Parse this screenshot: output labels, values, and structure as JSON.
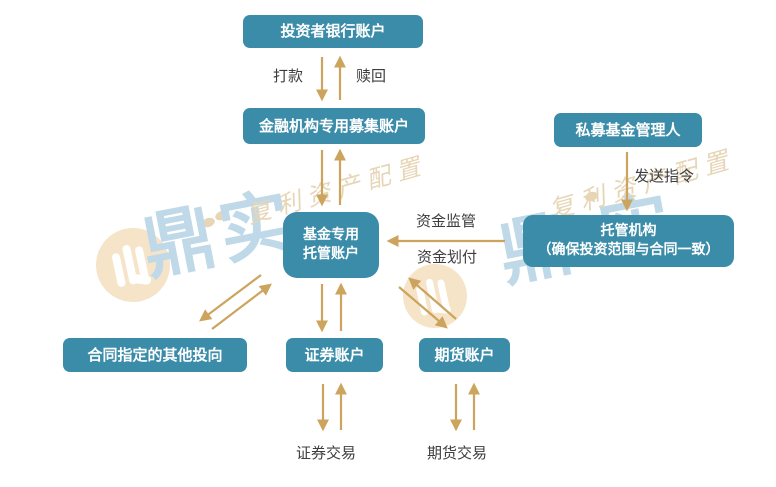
{
  "diagram": {
    "nodes": {
      "investor_bank": {
        "label": "投资者银行账户"
      },
      "fundraising": {
        "label": "金融机构专用募集账户"
      },
      "manager": {
        "label": "私募基金管理人"
      },
      "custodian": {
        "line1": "托管机构",
        "line2": "（确保投资范围与合同一致）"
      },
      "fund_custody": {
        "line1": "基金专用",
        "line2": "托管账户"
      },
      "other_investments": {
        "label": "合同指定的其他投向"
      },
      "securities": {
        "label": "证券账户"
      },
      "futures": {
        "label": "期货账户"
      }
    },
    "edge_labels": {
      "pay": "打款",
      "redeem": "赎回",
      "send_order": "发送指令",
      "fund_supervision": "资金监管",
      "fund_transfer": "资金划付",
      "securities_trading": "证券交易",
      "futures_trading": "期货交易"
    },
    "watermark": {
      "brand": "鼎实",
      "tagline": "复利资产配置"
    },
    "colors": {
      "node_fill": "#3A8CA9",
      "node_text": "#FFFFFF",
      "arrow": "#CDA45E",
      "label_text": "#3D3D3D",
      "watermark_blue": "#BFD9E8",
      "watermark_tan": "#E7D6B6",
      "watermark_circle": "#F6E4C9"
    }
  }
}
